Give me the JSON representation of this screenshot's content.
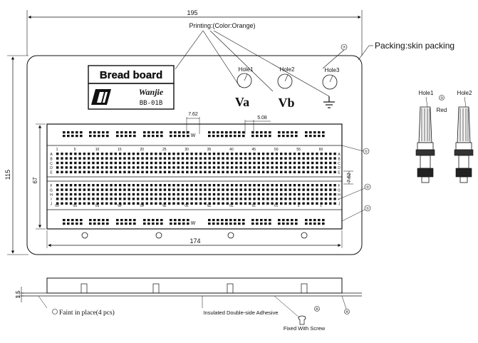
{
  "dimensions": {
    "overall_width": "195",
    "overall_height": "115",
    "inner_height": "67",
    "strip_width": "174",
    "pitch_a": "7.62",
    "pitch_b": "5.08",
    "side_gap": "7.62",
    "thickness": "1.5"
  },
  "callouts": {
    "printing": "Printing:(Color:Orange)",
    "packing": "Packing:skin packing",
    "faint": "Faint in place(4 pcs)",
    "adhesive": "Insulated Double-side Adhesive",
    "screw": "Fixed With Screw"
  },
  "logo": {
    "title": "Bread board",
    "brand": "Wanjie",
    "model": "BB-01B"
  },
  "holes": [
    {
      "label": "Hole1",
      "symbol": "Va"
    },
    {
      "label": "Hole2",
      "symbol": "Vb"
    },
    {
      "label": "Hole3",
      "symbol": "⏚"
    }
  ],
  "posts": [
    {
      "label": "Hole1",
      "color": "Red"
    },
    {
      "label": "Hole2",
      "color": ""
    }
  ],
  "column_numbers": [
    "1",
    "5",
    "10",
    "15",
    "20",
    "25",
    "30",
    "35",
    "40",
    "45",
    "50",
    "55",
    "60"
  ],
  "column_numbers_bottom": [
    "60",
    "55",
    "50",
    "45",
    "40",
    "35",
    "30",
    "25",
    "20",
    "15",
    "10",
    "5",
    "1"
  ],
  "row_letters_top": [
    "A",
    "B",
    "C",
    "D",
    "E"
  ],
  "row_letters_bottom": [
    "F",
    "G",
    "H",
    "I",
    "J"
  ],
  "rail_mark": "W",
  "markers": [
    "①",
    "②",
    "③",
    "④",
    "⑤",
    "⑥",
    "⑦"
  ]
}
